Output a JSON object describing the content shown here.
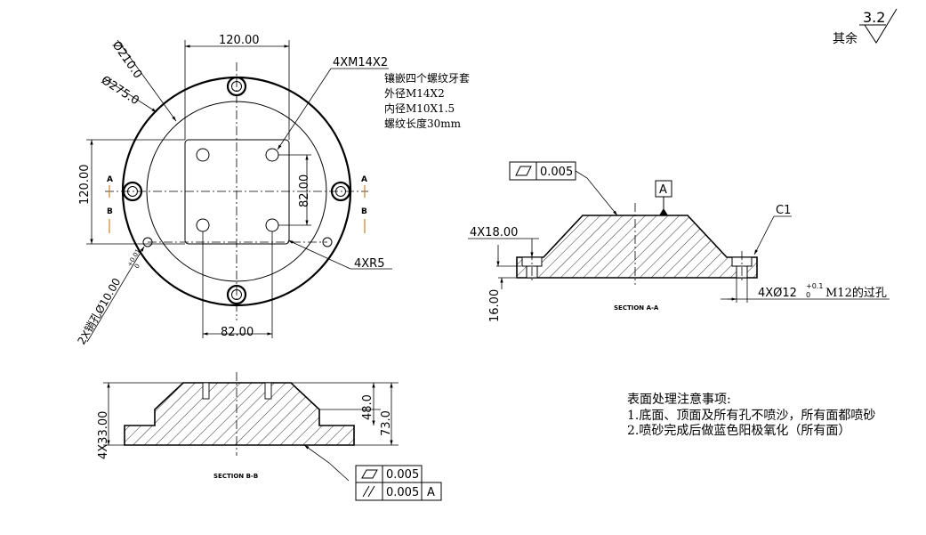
{
  "roughness": {
    "value": "3.2",
    "other_label": "其余"
  },
  "top_view": {
    "dim_width_top": "120.00",
    "dim_dia_inner": "Ø210.0",
    "dim_dia_outer": "Ø275.0",
    "dim_height_left": "120.00",
    "dim_height_right": "82.00",
    "dim_width_bottom": "82.00",
    "thread_callout": "4XM14X2",
    "thread_notes": [
      "镶嵌四个螺纹牙套",
      "外径M14X2",
      "内径M10X1.5",
      "螺纹长度30mm"
    ],
    "radius_callout": "4XR5",
    "pin_hole_callout": "2X销孔Ø10.00",
    "pin_hole_tol_upper": "+0.01",
    "pin_hole_tol_lower": "0",
    "section_marks": {
      "a": "A",
      "b": "B"
    }
  },
  "section_aa": {
    "title": "SECTION A-A",
    "flatness_value": "0.005",
    "datum": "A",
    "counterbore_dim": "4X18.00",
    "height_dim": "16.00",
    "chamfer": "C1",
    "hole_callout_prefix": "4XØ12",
    "hole_tol_upper": "+0.1",
    "hole_tol_lower": "0",
    "hole_callout_suffix": "M12的过孔"
  },
  "section_bb": {
    "title": "SECTION B-B",
    "dim_33": "4X33.00",
    "dim_48": "48.0",
    "dim_73": "73.0",
    "flatness_value": "0.005",
    "parallel_value": "0.005",
    "parallel_datum": "A"
  },
  "surface_notes": {
    "heading": "表面处理注意事项:",
    "lines": [
      "1.底面、顶面及所有孔不喷沙，所有面都喷砂",
      "2.喷砂完成后做蓝色阳极氧化（所有面）"
    ]
  }
}
